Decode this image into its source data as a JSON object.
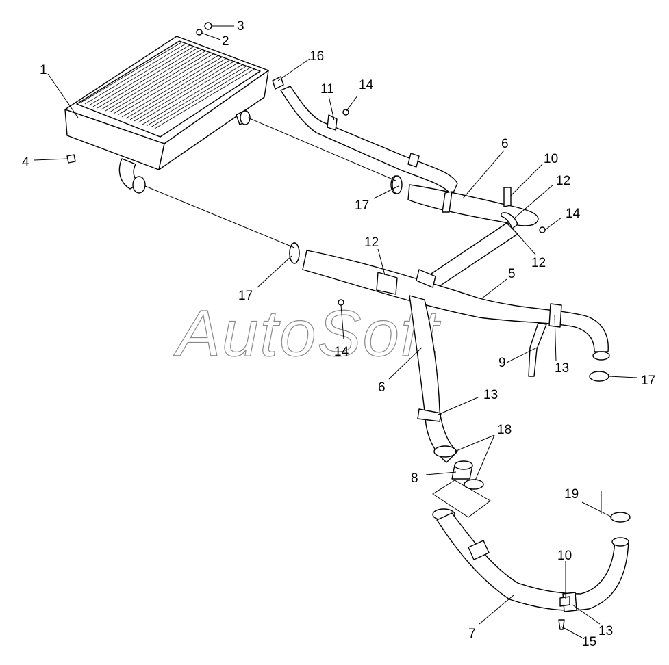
{
  "watermark": "AutoSoft",
  "callouts": [
    {
      "id": "c1",
      "label": "1"
    },
    {
      "id": "c2",
      "label": "2"
    },
    {
      "id": "c3",
      "label": "3"
    },
    {
      "id": "c4",
      "label": "4"
    },
    {
      "id": "c5",
      "label": "5"
    },
    {
      "id": "c6a",
      "label": "6"
    },
    {
      "id": "c6b",
      "label": "6"
    },
    {
      "id": "c7",
      "label": "7"
    },
    {
      "id": "c8",
      "label": "8"
    },
    {
      "id": "c9",
      "label": "9"
    },
    {
      "id": "c10a",
      "label": "10"
    },
    {
      "id": "c10b",
      "label": "10"
    },
    {
      "id": "c11",
      "label": "11"
    },
    {
      "id": "c12a",
      "label": "12"
    },
    {
      "id": "c12b",
      "label": "12"
    },
    {
      "id": "c12c",
      "label": "12"
    },
    {
      "id": "c13a",
      "label": "13"
    },
    {
      "id": "c13b",
      "label": "13"
    },
    {
      "id": "c13c",
      "label": "13"
    },
    {
      "id": "c14a",
      "label": "14"
    },
    {
      "id": "c14b",
      "label": "14"
    },
    {
      "id": "c14c",
      "label": "14"
    },
    {
      "id": "c15",
      "label": "15"
    },
    {
      "id": "c16",
      "label": "16"
    },
    {
      "id": "c17a",
      "label": "17"
    },
    {
      "id": "c17b",
      "label": "17"
    },
    {
      "id": "c17c",
      "label": "17"
    },
    {
      "id": "c18",
      "label": "18"
    },
    {
      "id": "c19",
      "label": "19"
    }
  ]
}
